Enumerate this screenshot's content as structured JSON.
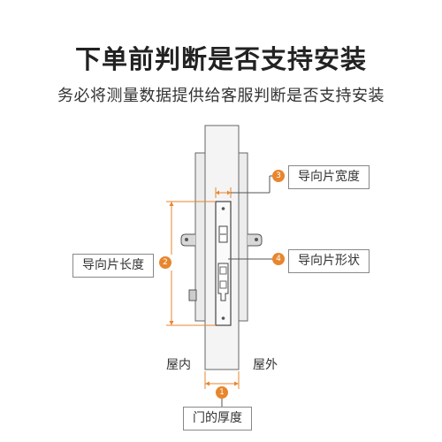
{
  "title": "下单前判断是否支持安装",
  "subtitle": "务必将测量数据提供给客服判断是否支持安装",
  "labels": {
    "inside": "屋内",
    "outside": "屋外",
    "door_thickness": "门的厚度",
    "guide_length": "导向片长度",
    "guide_width": "导向片宽度",
    "guide_shape": "导向片形状"
  },
  "badges": {
    "door_thickness": "1",
    "guide_length": "2",
    "guide_width": "3",
    "guide_shape": "4"
  },
  "colors": {
    "accent": "#e8862e",
    "line": "#555555",
    "guide_line": "#e8862e"
  }
}
